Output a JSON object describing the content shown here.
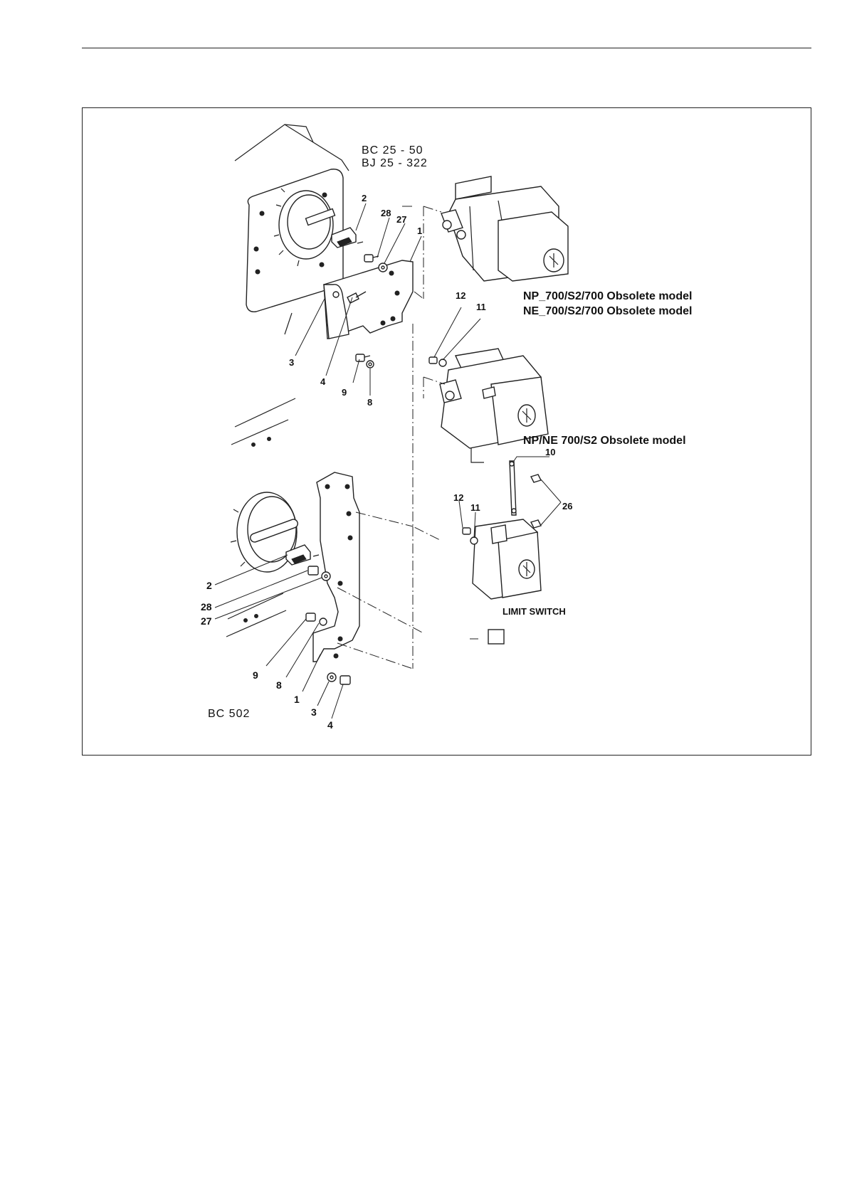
{
  "models": {
    "bc25": "BC 25 - 50",
    "bj25": "BJ 25 - 322",
    "bc502": "BC 502"
  },
  "captions": {
    "np700": "NP_700/S2/700 Obsolete model",
    "ne700": "NE_700/S2/700 Obsolete model",
    "npne700s2": "NP/NE 700/S2 Obsolete model",
    "limit_switch": "LIMIT SWITCH"
  },
  "callouts": {
    "top_2": "2",
    "top_28": "28",
    "top_27": "27",
    "top_1": "1",
    "top_3": "3",
    "top_4": "4",
    "top_9": "9",
    "top_8": "8",
    "mid_12": "12",
    "mid_11": "11",
    "mid_10": "10",
    "mid_26": "26",
    "low_12": "12",
    "low_11": "11",
    "bot_2": "2",
    "bot_28": "28",
    "bot_27": "27",
    "bot_9": "9",
    "bot_8": "8",
    "bot_1": "1",
    "bot_3": "3",
    "bot_4": "4"
  }
}
